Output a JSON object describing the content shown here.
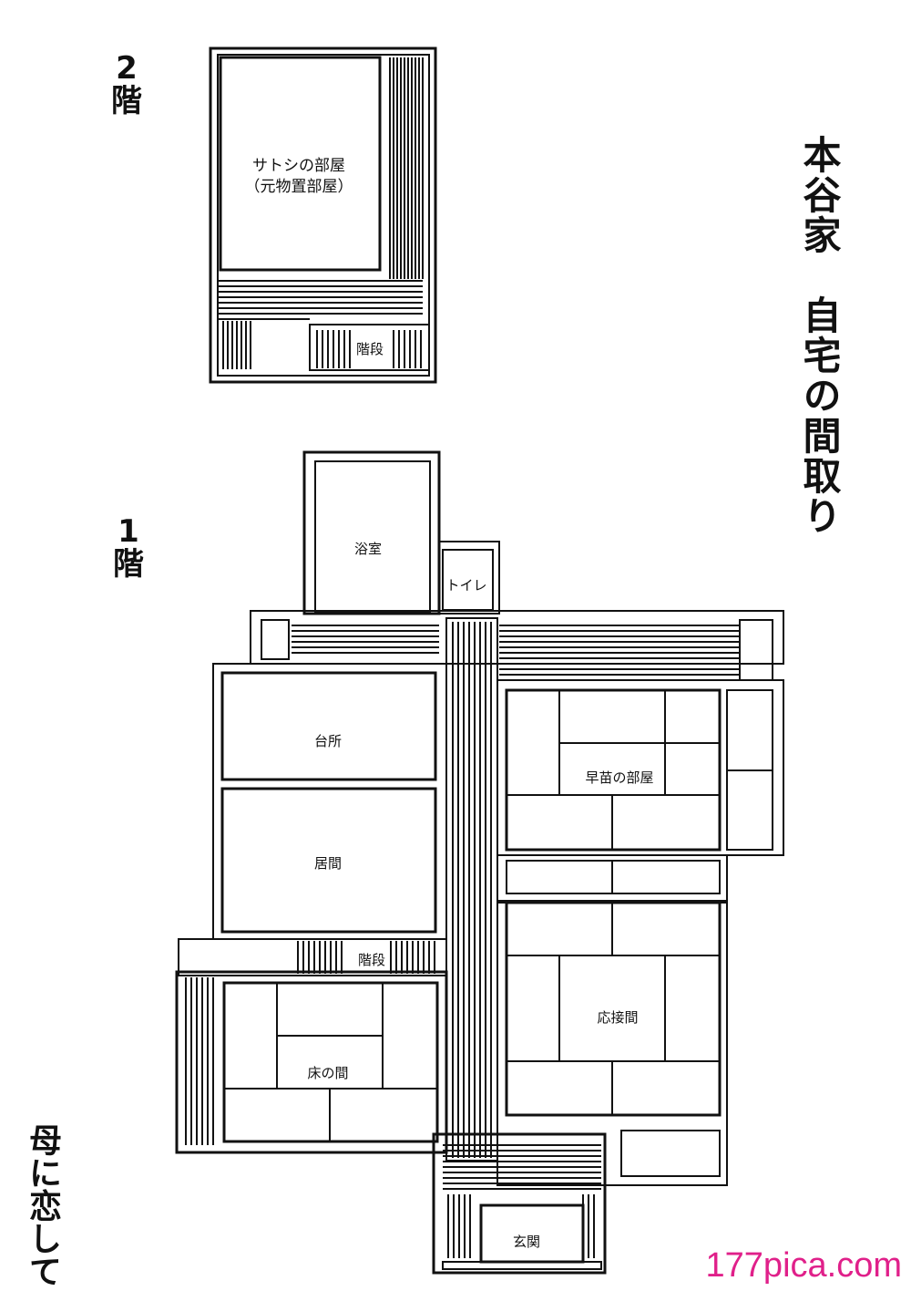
{
  "title": "本谷家　自宅の間取り",
  "series_title": "母に恋して",
  "floors": {
    "second": {
      "number": "2",
      "suffix": "階"
    },
    "first": {
      "number": "1",
      "suffix": "階"
    }
  },
  "rooms": {
    "satoshi_room": "サトシの部屋",
    "satoshi_room_note": "（元物置部屋）",
    "stairs_2f": "階段",
    "bathroom": "浴室",
    "toilet": "トイレ",
    "kitchen": "台所",
    "living": "居間",
    "sanae_room": "早苗の部屋",
    "stairs_1f": "階段",
    "reception": "応接間",
    "tokonoma": "床の間",
    "entrance": "玄関"
  },
  "watermark": "177pica.com",
  "colors": {
    "line": "#111111",
    "watermark": "#e0208a"
  }
}
